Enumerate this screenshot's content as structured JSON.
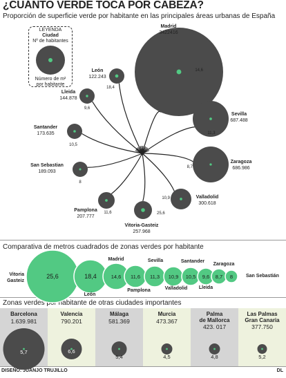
{
  "header": {
    "title": "¿CUÁNTO VERDE TOCA POR CABEZA?",
    "subtitle": "Proporción de superficie verde por habitante en las principales áreas urbanas de España"
  },
  "legend": {
    "heading": "LEYENDA",
    "city": "Ciudad",
    "population": "Nº de habitantes",
    "m2_line1": "Número de m²",
    "m2_line2": "por habitante"
  },
  "section2": {
    "title": "Comparativa de metros cuadrados de zonas verdes por habitante"
  },
  "section3": {
    "title": "Zonas verdes por habitante de otras ciudades importantes"
  },
  "footer": {
    "credit": "DISEÑO: JUANJO TRUJILLO",
    "logo": "DL"
  },
  "colors": {
    "circle": "#4b4b4b",
    "green": "#52c983",
    "green_dark": "#3fb874",
    "panel_a": "#d5d5d5",
    "panel_b": "#eef2de"
  },
  "chart_data": [
    {
      "type": "bubble",
      "title": "Proporción de superficie verde por habitante en las principales áreas urbanas de España",
      "points": [
        {
          "city": "Madrid",
          "population": "3422416",
          "m2": 14.6
        },
        {
          "city": "León",
          "population": "122.243",
          "m2": 18.4
        },
        {
          "city": "Lleida",
          "population": "144.878",
          "m2": 9.6
        },
        {
          "city": "Santander",
          "population": "173.635",
          "m2": 10.5
        },
        {
          "city": "San Sebastian",
          "population": "189.093",
          "m2": 8
        },
        {
          "city": "Pamplona",
          "population": "207.777",
          "m2": 11.6
        },
        {
          "city": "Vitoria-Gasteiz",
          "population": "257.968",
          "m2": 25.6
        },
        {
          "city": "Valladolid",
          "population": "300.618",
          "m2": 10.9
        },
        {
          "city": "Zaragoza",
          "population": "686.986",
          "m2": 8.7
        },
        {
          "city": "Sevilla",
          "population": "687.488",
          "m2": 11.3
        }
      ]
    },
    {
      "type": "bubble",
      "title": "Comparativa de metros cuadrados de zonas verdes por habitante",
      "items": [
        {
          "city": "Vitoria Gasteiz",
          "m2": "25,6"
        },
        {
          "city": "León",
          "m2": "18,4"
        },
        {
          "city": "Madrid",
          "m2": "14,6"
        },
        {
          "city": "Pamplona",
          "m2": "11,6"
        },
        {
          "city": "Sevilla",
          "m2": "11,3"
        },
        {
          "city": "Valladolid",
          "m2": "10,9"
        },
        {
          "city": "Santander",
          "m2": "10,5"
        },
        {
          "city": "Lleida",
          "m2": "9,6"
        },
        {
          "city": "Zaragoza",
          "m2": "8,7"
        },
        {
          "city": "San Sebastián",
          "m2": "8"
        }
      ]
    },
    {
      "type": "bubble",
      "title": "Zonas verdes por habitante de otras ciudades importantes",
      "items": [
        {
          "city": "Barcelona",
          "population": "1.639.981",
          "m2": "5,7"
        },
        {
          "city": "Valencia",
          "population": "790.201",
          "m2": "6,6"
        },
        {
          "city": "Málaga",
          "population": "581.369",
          "m2": "5,4"
        },
        {
          "city": "Murcia",
          "population": "473.367",
          "m2": "4,5"
        },
        {
          "city": "Palma de Mallorca",
          "population": "423. 017",
          "m2": "4,8"
        },
        {
          "city": "Las Palmas Gran Canaria",
          "population": "377.750",
          "m2": "5,2"
        }
      ]
    }
  ]
}
